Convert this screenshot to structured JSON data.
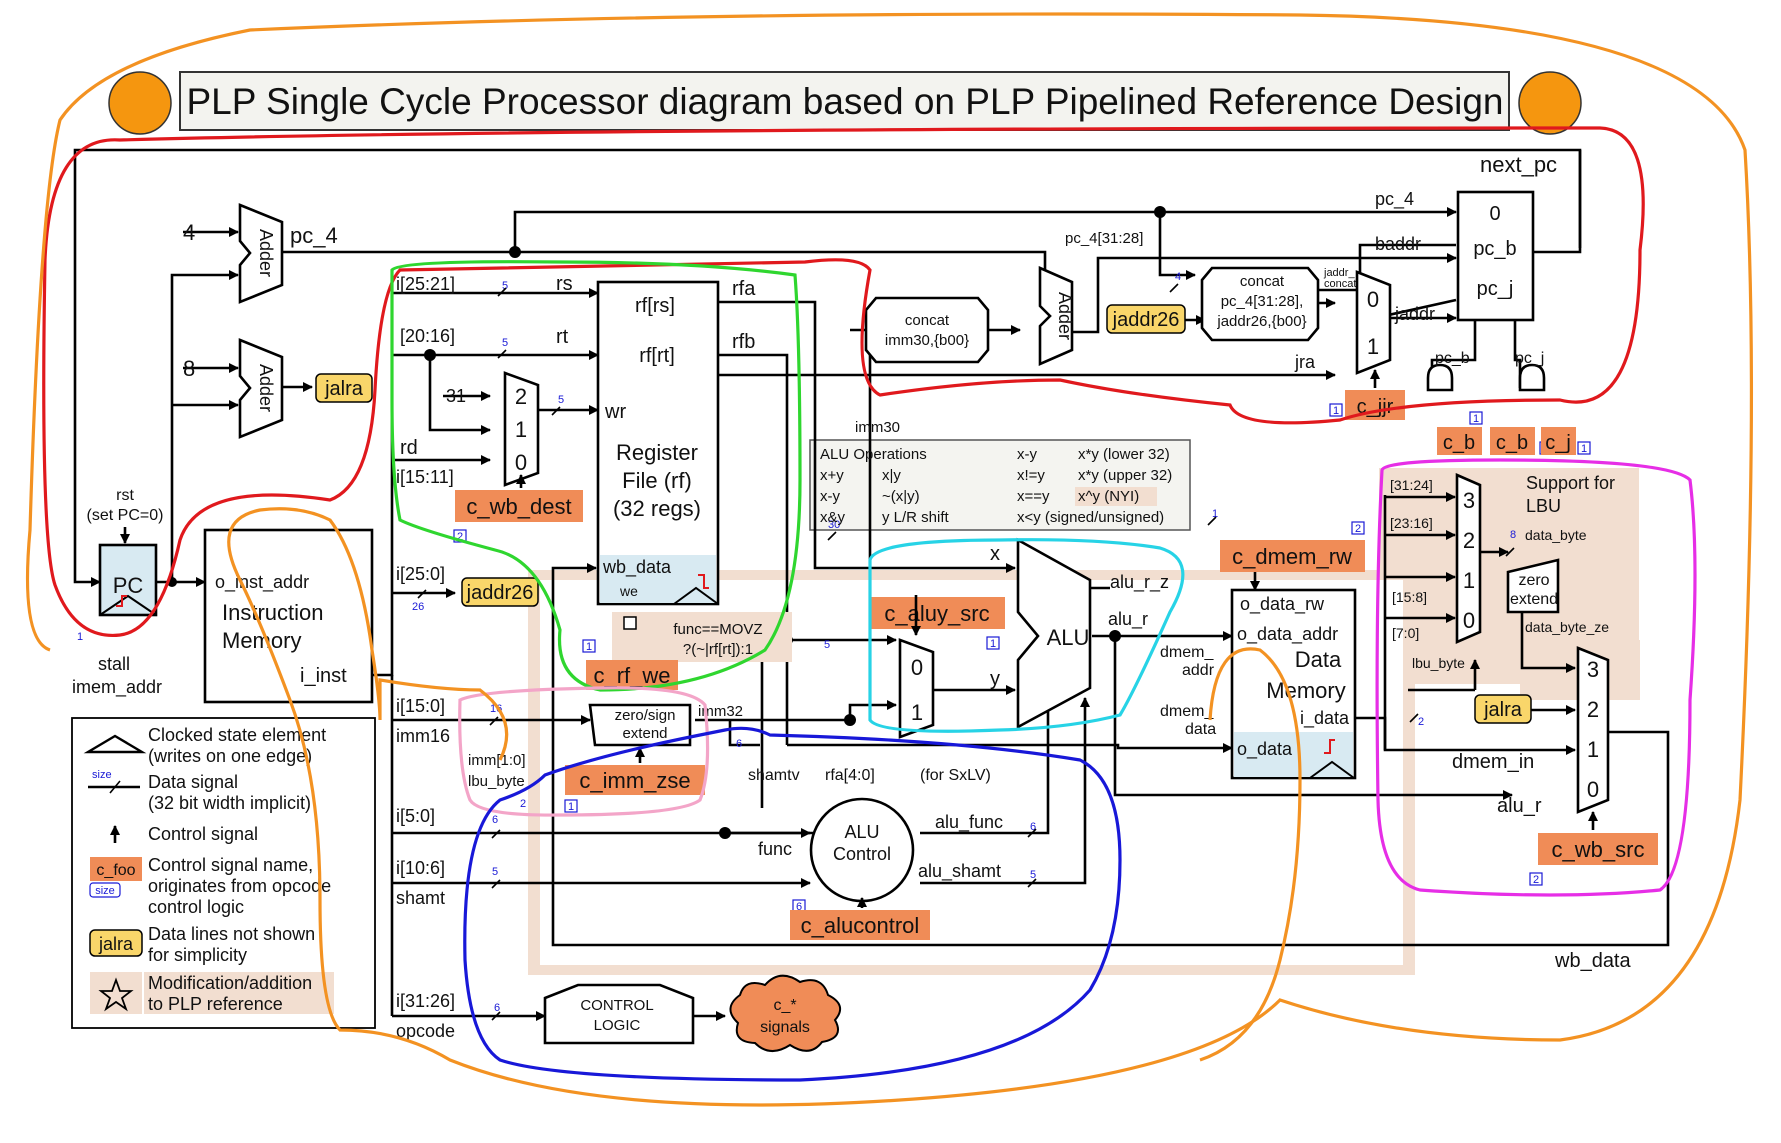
{
  "title": "PLP Single Cycle Processor diagram based on PLP Pipelined Reference Design",
  "colors": {
    "signal_tag": "#f08c57",
    "hidden_tag": "#f9d66a",
    "mod_bg": "#f2ded0",
    "block_fill": "#d8eaf2",
    "ring_red": "#e0191d",
    "ring_green": "#2fd62f",
    "ring_cyan": "#27d3e6",
    "ring_pink": "#f3a5c8",
    "ring_blue": "#1818d8",
    "ring_magenta": "#e62ee6",
    "ring_orange": "#f39222",
    "dot_orange": "#f5960f"
  },
  "blocks": {
    "adder": "Adder",
    "pc": "PC",
    "rst": "rst",
    "set_pc": "(set PC=0)",
    "stall": "stall",
    "imem_addr": "imem_addr",
    "imem_port_in": "o_inst_addr",
    "imem_name_1": "Instruction",
    "imem_name_2": "Memory",
    "imem_port_out": "i_inst",
    "rf_port_rs": "rf[rs]",
    "rf_port_rt": "rf[rt]",
    "rf_port_wr": "wr",
    "rf_name_1": "Register",
    "rf_name_2": "File (rf)",
    "rf_name_3": "(32 regs)",
    "rf_port_wb": "wb_data",
    "rf_port_we": "we",
    "concat1_1": "concat",
    "concat1_2": "imm30,{b00}",
    "concat2_1": "concat",
    "concat2_2": "pc_4[31:28],",
    "concat2_3": "jaddr26,{b00}",
    "jaddr_concat_1": "jaddr_",
    "jaddr_concat_2": "concat",
    "alu": "ALU",
    "aluctl_1": "ALU",
    "aluctl_2": "Control",
    "dmem_port_rw": "o_data_rw",
    "dmem_port_addr": "o_data_addr",
    "dmem_name_1": "Data",
    "dmem_name_2": "Memory",
    "dmem_port_in": "i_data",
    "dmem_port_out": "o_data",
    "zse_1": "zero/sign",
    "zse_2": "extend",
    "ze_1": "zero",
    "ze_2": "extend",
    "ctl_1": "CONTROL",
    "ctl_2": "LOGIC",
    "cloud_1": "c_*",
    "cloud_2": "signals",
    "movz_1": "func==MOVZ",
    "movz_2": "?(~|rf[rt]):1"
  },
  "mux_labels": {
    "pc_mux": [
      "0",
      "pc_b",
      "pc_j"
    ],
    "dest_mux": [
      "2",
      "1",
      "0"
    ],
    "jr_mux": [
      "0",
      "1"
    ],
    "aluy_mux": [
      "0",
      "1"
    ],
    "lbu_mux": [
      "3",
      "2",
      "1",
      "0"
    ],
    "wb_mux": [
      "3",
      "2",
      "1",
      "0"
    ]
  },
  "wires": {
    "four": "4",
    "eight": "8",
    "thirtyone": "31",
    "pc_4": "pc_4",
    "next_pc": "next_pc",
    "pc_4_b": "pc_4",
    "pc_4_hi": "pc_4[31:28]",
    "baddr": "baddr",
    "jaddr": "jaddr",
    "jra": "jra",
    "pc_b": "pc_b",
    "pc_j": "pc_j",
    "rs_bits": "i[25:21]",
    "rs": "rs",
    "rt_bits": "[20:16]",
    "rt": "rt",
    "rd": "rd",
    "rd_bits": "i[15:11]",
    "jaddr_bits": "i[25:0]",
    "imm_bits": "i[15:0]",
    "imm16": "imm16",
    "imm32": "imm32",
    "imm_lo": "imm[1:0]",
    "lbu_byte": "lbu_byte",
    "lbu_byte_2": "lbu_byte",
    "func_bits": "i[5:0]",
    "func": "func",
    "shamt_bits": "i[10:6]",
    "shamt": "shamt",
    "op_bits": "i[31:26]",
    "opcode": "opcode",
    "rfa": "rfa",
    "rfb": "rfb",
    "imm30": "imm30",
    "x": "x",
    "y": "y",
    "alu_r_z": "alu_r_z",
    "alu_r": "alu_r",
    "alu_r_2": "alu_r",
    "alu_func": "alu_func",
    "alu_shamt": "alu_shamt",
    "shamtv": "shamtv",
    "rfa40": "rfa[4:0]",
    "for_sxlv": "(for SxLV)",
    "dmem_addr_1": "dmem_",
    "dmem_addr_2": "addr",
    "dmem_data_1": "dmem_",
    "dmem_data_2": "data",
    "dmem_in": "dmem_in",
    "wb_data": "wb_data",
    "b3124": "[31:24]",
    "b2316": "[23:16]",
    "b158": "[15:8]",
    "b70": "[7:0]",
    "data_byte": "data_byte",
    "data_byte_ze": "data_byte_ze",
    "lbu_support_1": "Support for",
    "lbu_support_2": "LBU"
  },
  "widths": {
    "w5a": "5",
    "w5b": "5",
    "w5c": "5",
    "w26": "26",
    "w16": "16",
    "w6a": "6",
    "w6b": "6",
    "w6c": "6",
    "w5d": "5",
    "w6d": "6",
    "w5e": "5",
    "w30": "30",
    "w1a": "1",
    "w1b": "1",
    "w4": "4",
    "w8": "8",
    "w2": "2",
    "w5f": "5",
    "w2b": "2"
  },
  "boxed_numbers": {
    "n1a": "1",
    "n1b": "1",
    "n1c": "1",
    "n1d": "1",
    "n1e": "1",
    "n1f": "1",
    "n1g": "1",
    "n2a": "2",
    "n2b": "2",
    "n2c": "2",
    "n2d": "2",
    "n6": "6"
  },
  "control_signals": {
    "c_wb_dest": "c_wb_dest",
    "c_rf_we": "c_rf_we",
    "c_imm_zse": "c_imm_zse",
    "c_aluy_src": "c_aluy_src",
    "c_alucontrol": "c_alucontrol",
    "c_dmem_rw": "c_dmem_rw",
    "c_jjr": "c_jjr",
    "c_b1": "c_b",
    "c_b2": "c_b",
    "c_j": "c_j",
    "c_wb_src": "c_wb_src"
  },
  "hidden_tags": {
    "jalra_1": "jalra",
    "jaddr26_1": "jaddr26",
    "jaddr26_2": "jaddr26",
    "jalra_2": "jalra"
  },
  "alu_ops": {
    "heading": "ALU Operations",
    "rows": [
      [
        "x+y",
        "x|y",
        "x!=y",
        "x*y (upper 32)"
      ],
      [
        "x-y",
        "~(x|y)",
        "x==y",
        "x^y (NYI)"
      ],
      [
        "x&y",
        "y L/R shift",
        "x<y (signed/unsigned)",
        ""
      ]
    ],
    "head_c3": "x-y",
    "head_c4": "x*y (lower 32)"
  },
  "legend": {
    "clocked": [
      "Clocked state element",
      "(writes on one edge)"
    ],
    "data_signal": [
      "Data signal",
      "(32 bit width implicit)"
    ],
    "size": "size",
    "control": "Control signal",
    "ctl_name": [
      "Control signal name,",
      "originates from opcode",
      "control logic"
    ],
    "c_foo": "c_foo",
    "hidden": [
      "Data lines not shown",
      "for simplicity"
    ],
    "jalra": "jalra",
    "modification": [
      "Modification/addition",
      "to PLP reference"
    ]
  }
}
